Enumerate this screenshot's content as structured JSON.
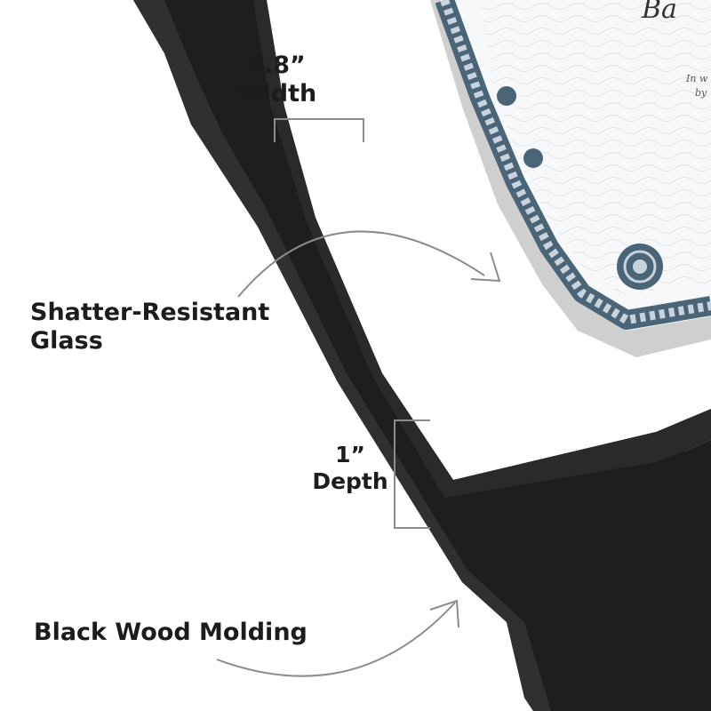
{
  "labels": {
    "width": {
      "value": "0.8”",
      "name": "Width"
    },
    "glass": {
      "line1": "Shatter-Resistant",
      "line2": "Glass"
    },
    "depth": {
      "value": "1”",
      "name": "Depth"
    },
    "molding": "Black Wood Molding"
  },
  "colors": {
    "frame": "#1e1e1e",
    "mat": "#ffffff",
    "certificate_border": "#4a6478",
    "pointer": "#8c8c8c",
    "text": "#1c1c1c"
  }
}
